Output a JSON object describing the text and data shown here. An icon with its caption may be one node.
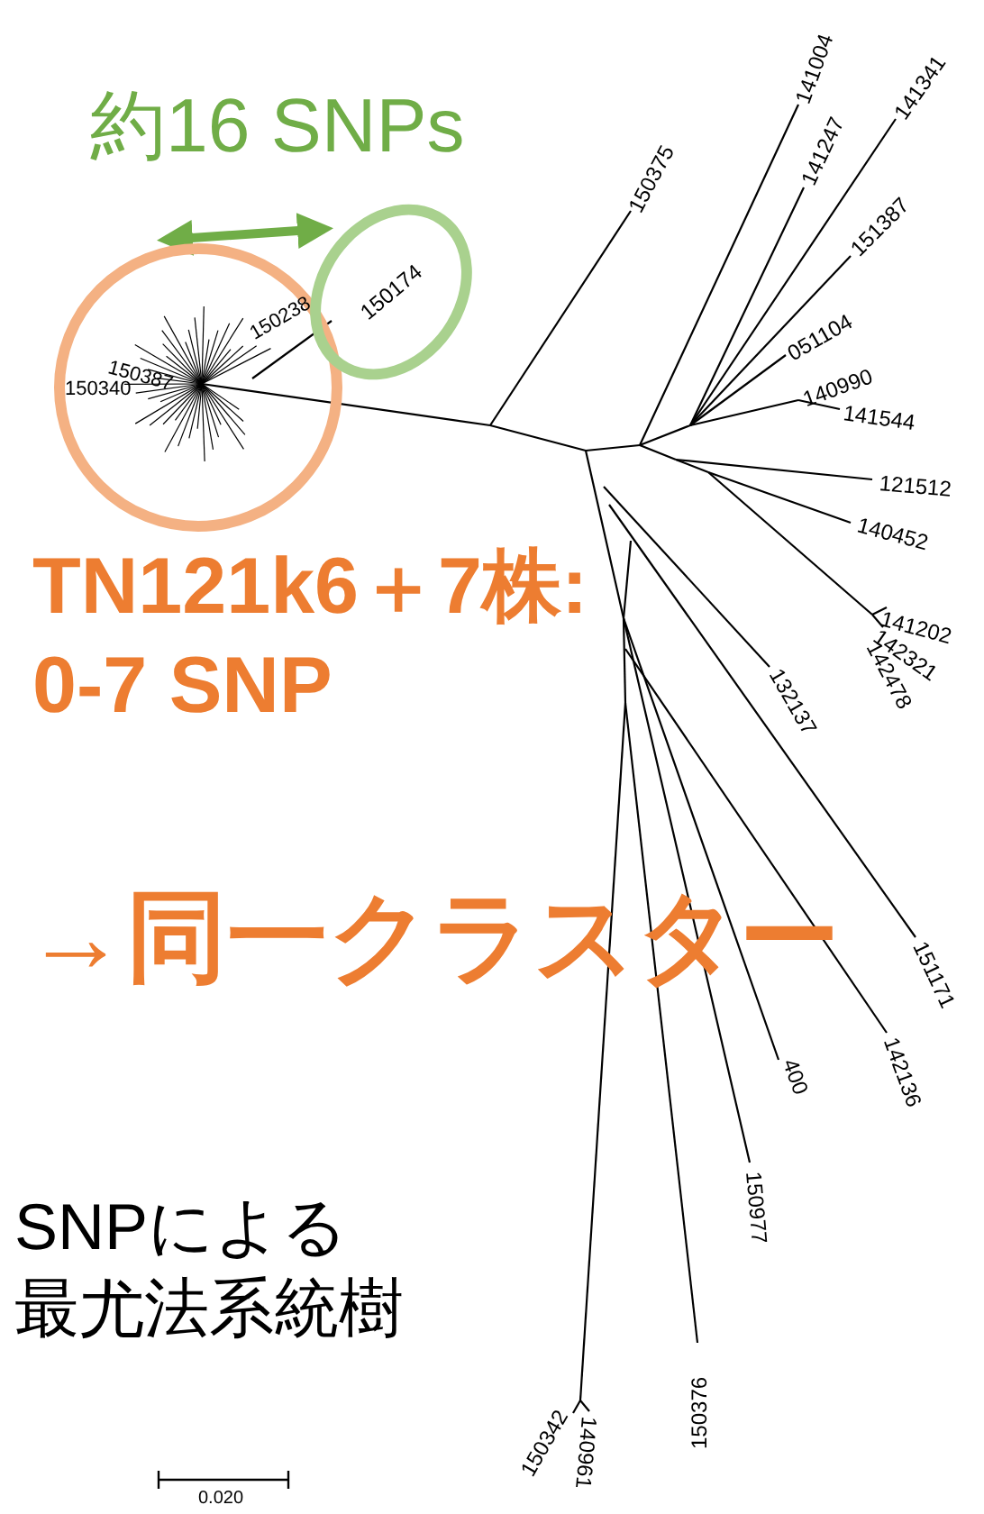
{
  "diagram": {
    "nodes": [
      {
        "text": [],
        "shape": "circle"
      },
      {
        "text": [
          "150174"
        ]
      }
    ],
    "edges": [
      {
        "from": 0,
        "to": 1,
        "arrow": "both",
        "color": "#70ad47",
        "style": "thick"
      },
      {
        "from": 0,
        "to": 1,
        "arrow": "none",
        "color": "#000000"
      }
    ],
    "labels": [
      "約16 SNPs",
      "150375",
      "141004",
      "141247",
      "141341",
      "151387",
      "051104",
      "140990",
      "141544",
      "121512",
      "140452",
      "141202",
      "142321",
      "142478",
      "132137",
      "151171",
      "400",
      "142136",
      "150977",
      "150376",
      "150342",
      "140961",
      "150238",
      "150387",
      "150340",
      "TN121k6＋7株: 0-7 SNP",
      "→同一クラスター",
      "SNPによる最尤法系統樹",
      "0.020"
    ]
  }
}
